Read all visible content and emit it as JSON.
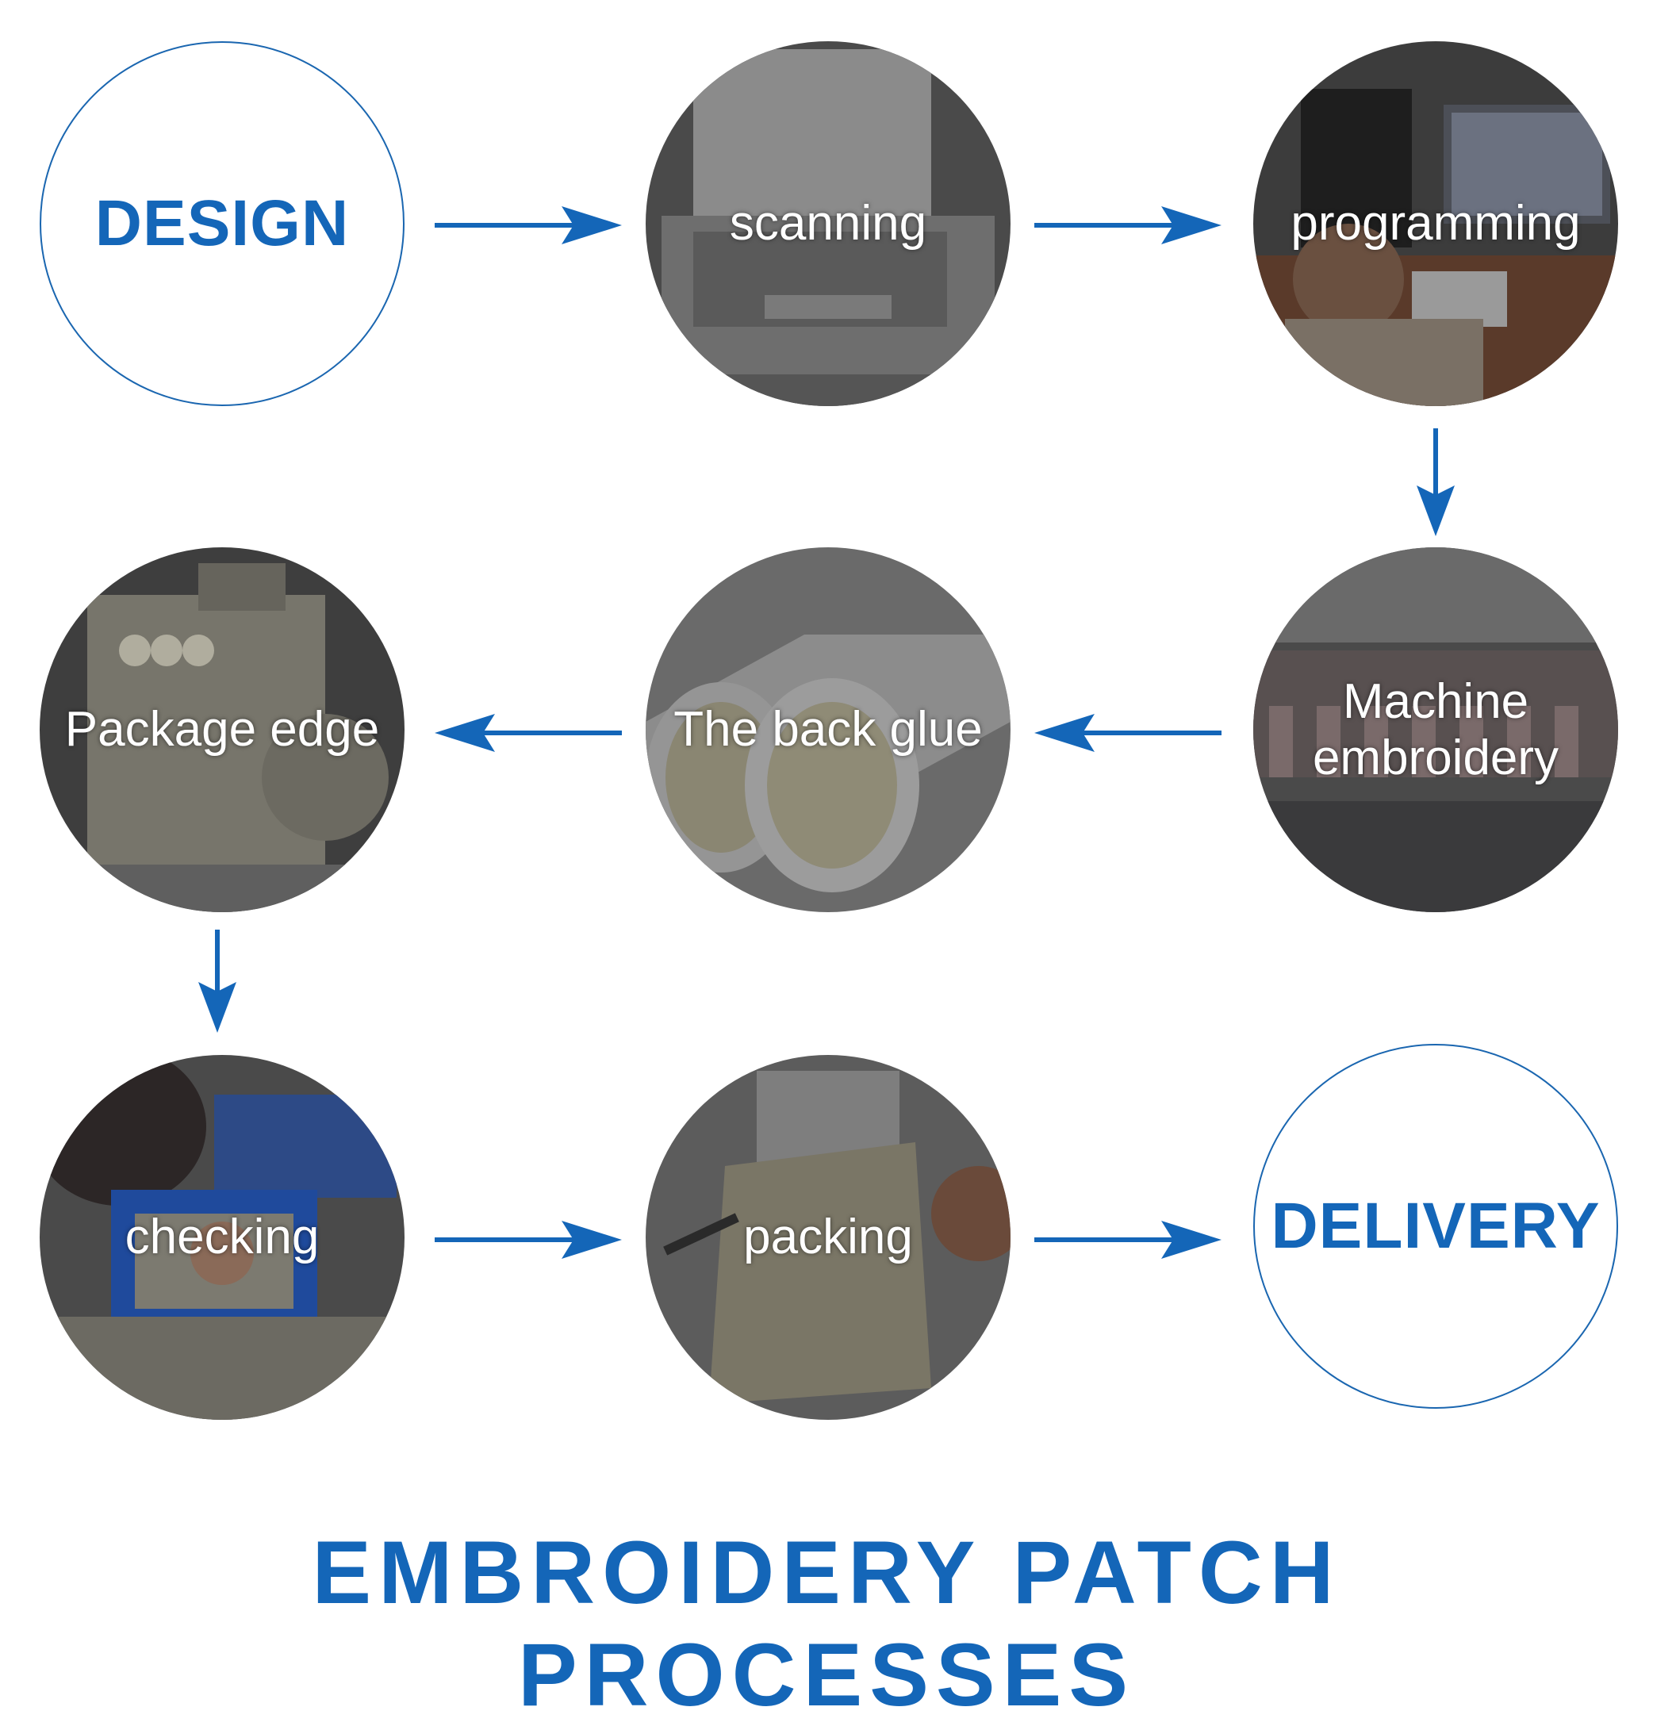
{
  "colors": {
    "accent": "#1466b8",
    "photo_overlay": "#3a3a3a",
    "text_on_photo": "#ffffff"
  },
  "nodes": [
    {
      "id": "design",
      "label": "DESIGN",
      "style": "outline"
    },
    {
      "id": "scanning",
      "label": "scanning",
      "style": "photo"
    },
    {
      "id": "programming",
      "label": "programming",
      "style": "photo"
    },
    {
      "id": "machine-embroidery",
      "label": "Machine\nembroidery",
      "style": "photo"
    },
    {
      "id": "back-glue",
      "label": "The back glue",
      "style": "photo"
    },
    {
      "id": "package-edge",
      "label": "Package edge",
      "style": "photo"
    },
    {
      "id": "checking",
      "label": "checking",
      "style": "photo"
    },
    {
      "id": "packing",
      "label": "packing",
      "style": "photo"
    },
    {
      "id": "delivery",
      "label": "DELIVERY",
      "style": "outline"
    }
  ],
  "title": "EMBROIDERY PATCH PROCESSES"
}
